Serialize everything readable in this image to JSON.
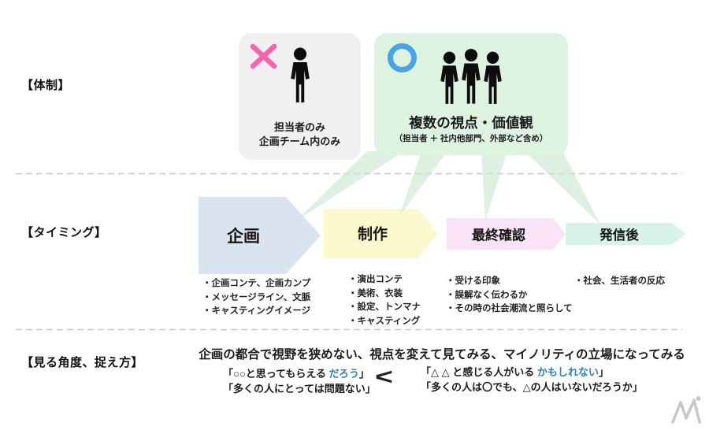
{
  "structure_section": {
    "label": "【体制】",
    "ng_card": {
      "line1": "担当者のみ",
      "line2": "企画チーム内のみ"
    },
    "ok_card": {
      "title": "複数の視点・価値観",
      "subtitle": "（担当者 ＋ 社内他部門、外部など含め）"
    }
  },
  "timing_section": {
    "label": "【タイミング】",
    "stages": [
      {
        "label": "企画",
        "bullets": [
          "・企画コンテ、企画カンプ",
          "・メッセージライン、文脈",
          "・キャスティングイメージ"
        ]
      },
      {
        "label": "制作",
        "bullets": [
          "・演出コンテ",
          "・美術、衣装",
          "・設定、トンマナ",
          "・キャスティング"
        ]
      },
      {
        "label": "最終確認",
        "bullets": [
          "・受ける印象",
          "・誤解なく伝わるか",
          "・その時の社会潮流と照らして"
        ]
      },
      {
        "label": "発信後",
        "bullets": [
          "・社会、生活者の反応"
        ]
      }
    ]
  },
  "perspective_section": {
    "label": "【見る角度、捉え方】",
    "heading": "企画の都合で視野を狭めない、視点を変えて見てみる、マイノリティの立場になってみる",
    "left_quote": {
      "line1_pre": "「○○と思ってもらえる ",
      "line1_em": "だろう",
      "line1_post": "」",
      "line2": "「多くの人にとっては問題ない」"
    },
    "comparator": "<",
    "right_quote": {
      "line1_pre": "「△ △ と感じる人がいる ",
      "line1_em": "かもしれない",
      "line1_post": "」",
      "line2": "「多くの人は〇でも、△の人はいないだろうか」"
    }
  },
  "colors": {
    "ng_mark_pink": "#f763b1",
    "ok_mark_blue": "#47a4e5",
    "ng_card_bg": "#f0f0f0",
    "ok_card_bg": "#def2e0",
    "stage_plan_bg": "#dae4f1",
    "stage_production_bg": "#fbf9ce",
    "stage_final_check_bg": "#fae2f7",
    "stage_after_release_bg": "#d7f2e9",
    "emphasis_text_blue": "#2e7fc1",
    "divider_gray": "#c9c9c9",
    "logo_gray": "#c8c8c8"
  }
}
